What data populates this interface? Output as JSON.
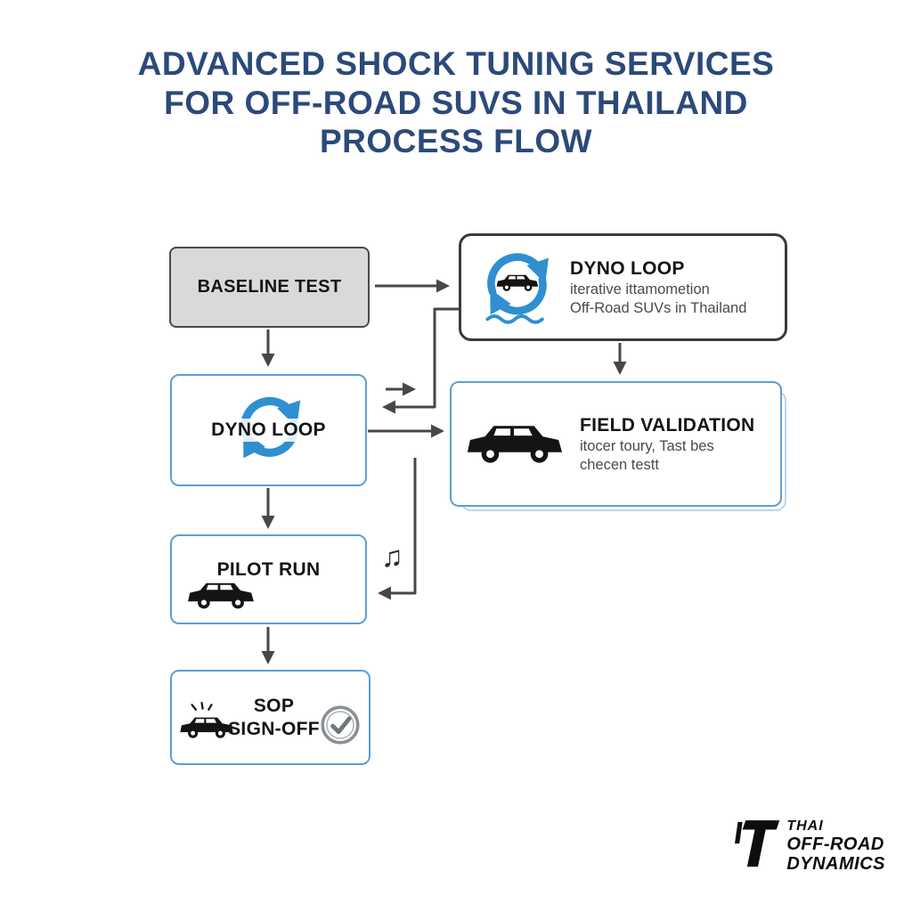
{
  "title": {
    "line1": "ADVANCED SHOCK TUNING SERVICES",
    "line2": "FOR OFF-ROAD SUVS IN THAILAND",
    "line3": "PROCESS FLOW"
  },
  "nodes": {
    "baseline": {
      "label": "BASELINE TEST"
    },
    "dyno_detail": {
      "label": "DYNO LOOP",
      "sub1": "iterative ittamometion",
      "sub2": "Off-Road SUVs in Thailand"
    },
    "dyno": {
      "label": "DYNO LOOP"
    },
    "field": {
      "label": "FIELD VALIDATION",
      "sub1": "itocer toury, Tast bes",
      "sub2": "checen testt"
    },
    "pilot": {
      "label": "PILOT RUN"
    },
    "sop": {
      "line1": "SOP",
      "line2": "SIGN-OFF"
    }
  },
  "decorations": {
    "music_note": "♫"
  },
  "logo": {
    "line1": "THAI",
    "line2": "OFF-ROAD",
    "line3": "DYNAMICS"
  },
  "colors": {
    "title_text": "#2b4a7a",
    "accent_blue": "#2f8fd0",
    "node_border_blue": "#5b9fd6",
    "arrow_gray": "#474747",
    "baseline_fill": "#d9d9d9"
  }
}
